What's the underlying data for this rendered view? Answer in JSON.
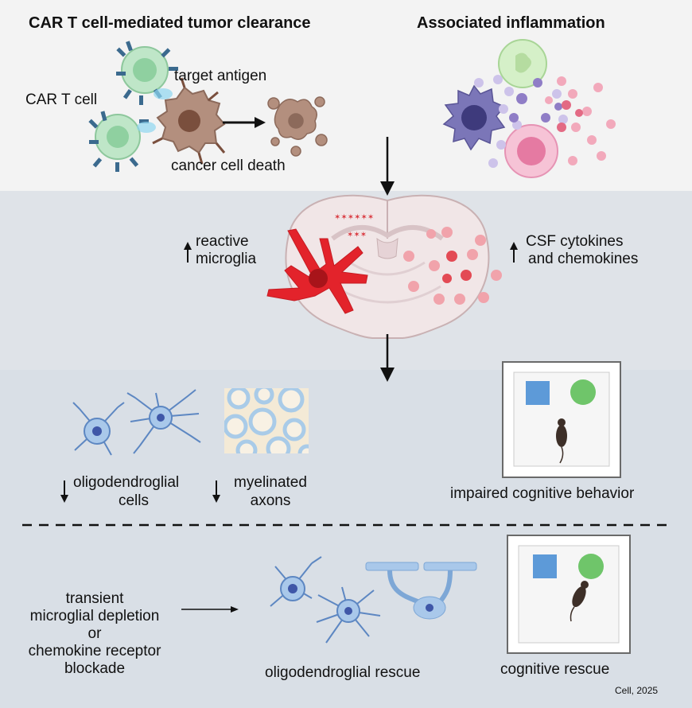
{
  "header": {
    "left_title": "CAR T cell-mediated tumor clearance",
    "right_title": "Associated inflammation"
  },
  "top_panel": {
    "car_t_label": "CAR T cell",
    "antigen_label": "target antigen",
    "death_label": "cancer cell death"
  },
  "brain_panel": {
    "microglia_label_1": "reactive",
    "microglia_label_2": "microglia",
    "csf_label_1": "CSF cytokines",
    "csf_label_2": "and chemokines"
  },
  "deficit_panel": {
    "oligo_label_1": "oligodendroglial",
    "oligo_label_2": "cells",
    "myelin_label_1": "myelinated",
    "myelin_label_2": "axons",
    "behavior_label": "impaired cognitive behavior"
  },
  "rescue_panel": {
    "intervention_lines": [
      "transient",
      "microglial depletion",
      "or",
      "chemokine receptor",
      "blockade"
    ],
    "oligo_rescue_label": "oligodendroglial rescue",
    "cognitive_rescue_label": "cognitive rescue"
  },
  "citation": "Cell, 2025",
  "colors": {
    "band_top": "#f3f3f3",
    "band_mid": "#dde2e8",
    "band_bottom": "#d8dee6",
    "microglia_red": "#e3232b",
    "oligo_blue": "#a9c8ea",
    "car_t_green": "#a7d9b4",
    "cancer_brown": "#8c6a5b"
  }
}
